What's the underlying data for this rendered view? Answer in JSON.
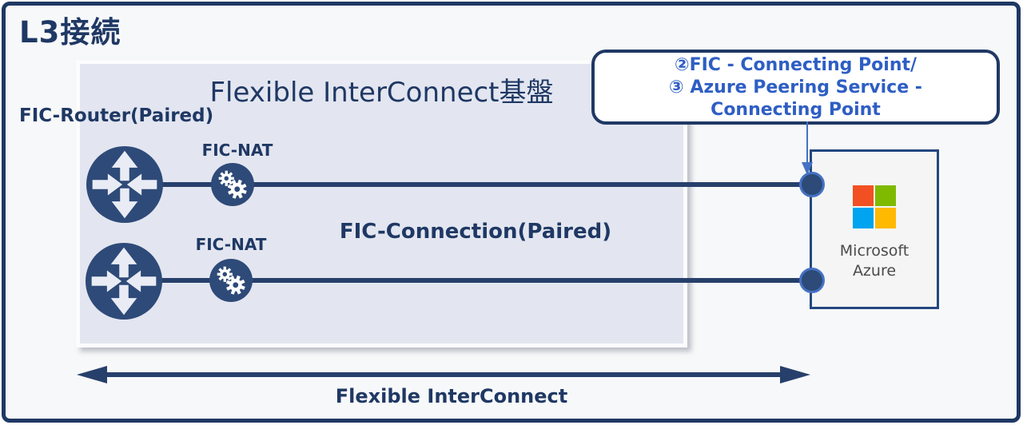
{
  "page": {
    "title": "L3接続"
  },
  "platform": {
    "title": "Flexible InterConnect基盤",
    "router_label": "FIC-Router(Paired)",
    "nat_label_1": "FIC-NAT",
    "nat_label_2": "FIC-NAT",
    "connection_label": "FIC-Connection(Paired)"
  },
  "callout": {
    "line1": "②FIC - Connecting Point/",
    "line2": "③ Azure Peering Service -",
    "line3": "Connecting Point"
  },
  "azure": {
    "label_line1": "Microsoft",
    "label_line2": "Azure"
  },
  "bottom_arrow": {
    "label": "Flexible InterConnect"
  },
  "icons": {
    "router": "router-arrows-icon",
    "nat": "double-gear-icon",
    "microsoft": "microsoft-logo",
    "connection_point": "connection-point-dot",
    "callout_pointer": "down-arrow-icon",
    "span": "double-headed-arrow-icon"
  },
  "colors": {
    "frame": "#1f3864",
    "navy_text": "#1f3864",
    "icon_fill": "#2e4a78",
    "line": "#27406b",
    "platform_fill": "#e3e6f0",
    "callout_text": "#2e5ec4",
    "connection_ring": "#4472c4",
    "ms_red": "#f25022",
    "ms_green": "#7fba00",
    "ms_blue": "#00a4ef",
    "ms_yellow": "#ffb900"
  }
}
